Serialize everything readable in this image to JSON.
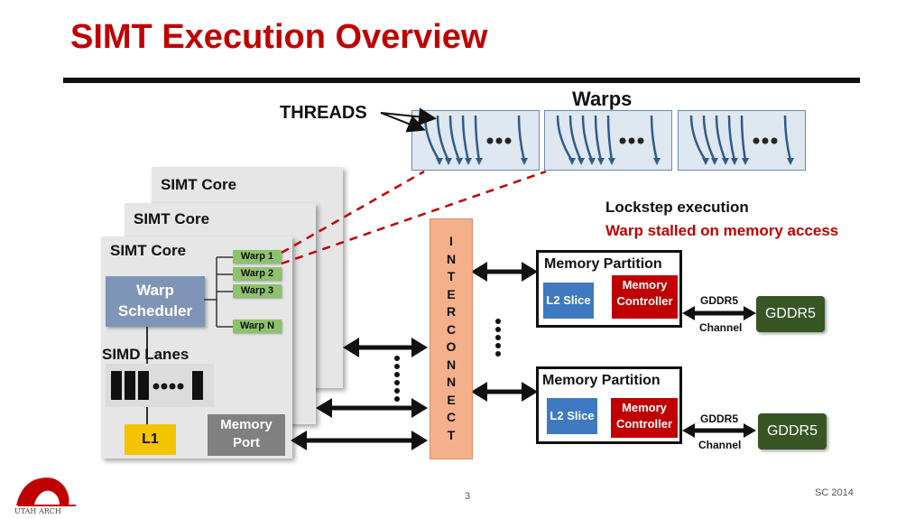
{
  "slide": {
    "title": "SIMT Execution Overview",
    "page_number": "3",
    "footer_right": "SC 2014",
    "logo_text": "UTAH ARCH"
  },
  "threads_label": "THREADS",
  "warps_label": "Warps",
  "notes": {
    "lockstep": "Lockstep execution",
    "stall": "Warp stalled on memory access"
  },
  "cores": {
    "back_title": "SIMT Core",
    "middle_title": "SIMT Core",
    "front_title": "SIMT Core",
    "scheduler": [
      "Warp",
      "Scheduler"
    ],
    "warps": [
      "Warp 1",
      "Warp 2",
      "Warp 3",
      "Warp N"
    ],
    "simd_label": "SIMD Lanes",
    "l1": "L1",
    "memory_port": [
      "Memory",
      "Port"
    ]
  },
  "interconnect": [
    "I",
    "N",
    "T",
    "E",
    "R",
    "C",
    "O",
    "N",
    "N",
    "E",
    "C",
    "T"
  ],
  "partitions": [
    {
      "title": "Memory Partition",
      "l2": "L2 Slice",
      "controller": [
        "Memory",
        "Controller"
      ],
      "channel_top": "GDDR5",
      "channel_bottom": "Channel",
      "dram": "GDDR5"
    },
    {
      "title": "Memory Partition",
      "l2": "L2 Slice",
      "controller": [
        "Memory",
        "Controller"
      ],
      "channel_top": "GDDR5",
      "channel_bottom": "Channel",
      "dram": "GDDR5"
    }
  ],
  "colors": {
    "title_red": "#c00000",
    "warp_green": "#8cc26b",
    "scheduler_blue": "#7f95b8",
    "l1_yellow": "#f5c400",
    "interconnect_orange": "#f4b08a",
    "l2_blue": "#3e79c1",
    "controller_red": "#c00000",
    "gddr_green": "#375623",
    "thread_arrow_blue": "#2e5c8a"
  }
}
